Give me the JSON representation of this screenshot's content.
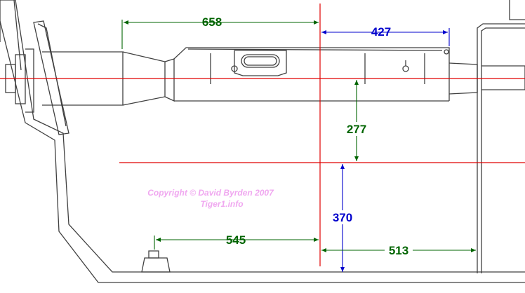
{
  "dimensions": {
    "top_left": "658",
    "top_right": "427",
    "vertical_upper": "277",
    "vertical_lower": "370",
    "bottom_left": "545",
    "bottom_right": "513"
  },
  "copyright": {
    "line1": "Copyright © David Byrden 2007",
    "line2": "Tiger1.info"
  },
  "colors": {
    "outline": "#404040",
    "centerline": "#e00000",
    "dim_green": "#006400",
    "dim_blue": "#0000cc",
    "copyright": "#f0a8f0"
  }
}
